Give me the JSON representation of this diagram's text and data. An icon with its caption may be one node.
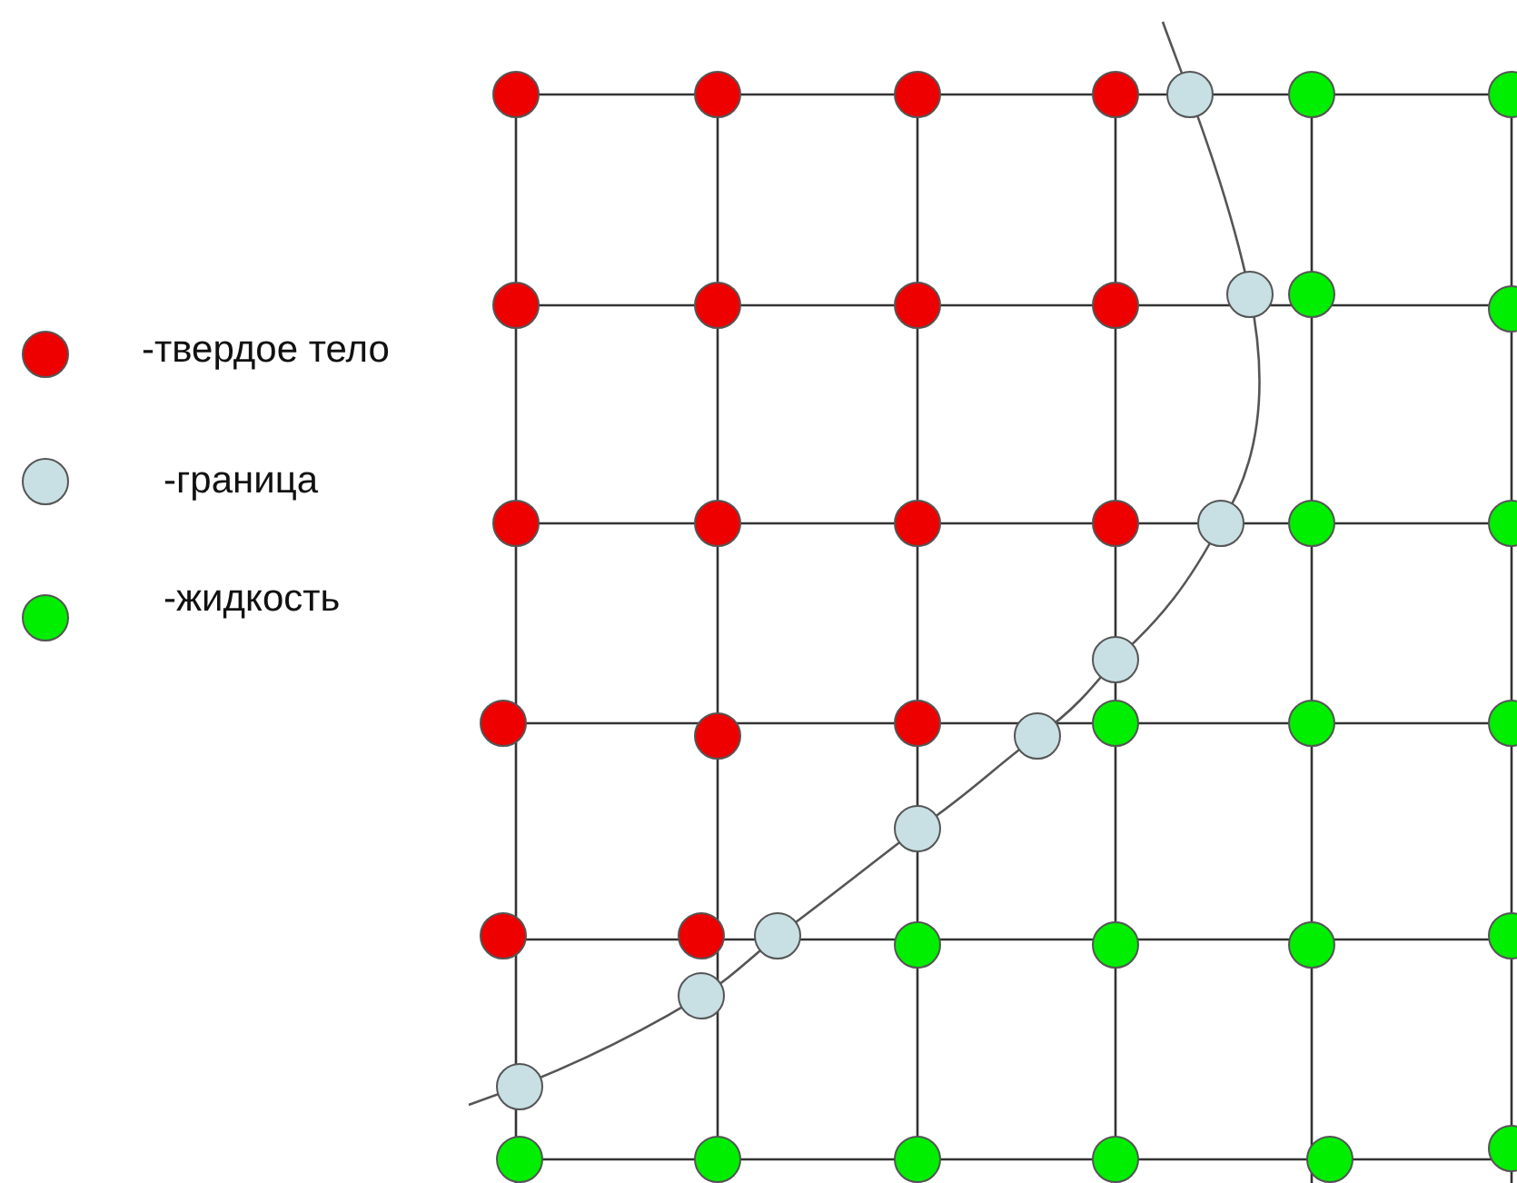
{
  "diagram": {
    "legend": [
      {
        "text": "-твердое тело",
        "color": "#ee0000"
      },
      {
        "text": "-граница",
        "color": "#c8e0e4"
      },
      {
        "text": "-жидкость",
        "color": "#00ee00"
      }
    ]
  }
}
